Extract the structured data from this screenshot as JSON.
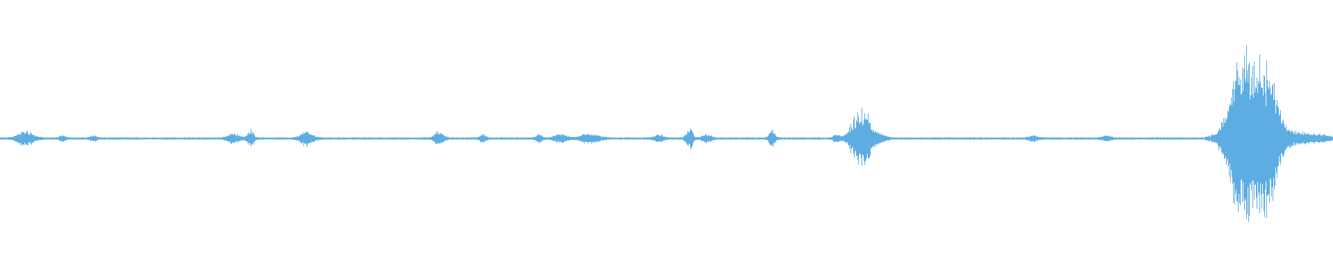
{
  "waveform": {
    "color": "#5DADE2",
    "background": "#ffffff",
    "amplitude_range": [
      -1,
      1
    ],
    "baseline_level": 0.006,
    "bursts": [
      {
        "position": 0.019,
        "width": 0.005,
        "amplitude": 0.08
      },
      {
        "position": 0.047,
        "width": 0.002,
        "amplitude": 0.03
      },
      {
        "position": 0.07,
        "width": 0.002,
        "amplitude": 0.03
      },
      {
        "position": 0.175,
        "width": 0.004,
        "amplitude": 0.05
      },
      {
        "position": 0.188,
        "width": 0.002,
        "amplitude": 0.1
      },
      {
        "position": 0.23,
        "width": 0.004,
        "amplitude": 0.08
      },
      {
        "position": 0.329,
        "width": 0.003,
        "amplitude": 0.07
      },
      {
        "position": 0.362,
        "width": 0.002,
        "amplitude": 0.04
      },
      {
        "position": 0.404,
        "width": 0.002,
        "amplitude": 0.04
      },
      {
        "position": 0.42,
        "width": 0.004,
        "amplitude": 0.04
      },
      {
        "position": 0.442,
        "width": 0.006,
        "amplitude": 0.05
      },
      {
        "position": 0.494,
        "width": 0.003,
        "amplitude": 0.04
      },
      {
        "position": 0.517,
        "width": 0.002,
        "amplitude": 0.12
      },
      {
        "position": 0.53,
        "width": 0.003,
        "amplitude": 0.04
      },
      {
        "position": 0.579,
        "width": 0.002,
        "amplitude": 0.1
      },
      {
        "position": 0.627,
        "width": 0.002,
        "amplitude": 0.04
      },
      {
        "position": 0.646,
        "width": 0.006,
        "amplitude": 0.34
      },
      {
        "position": 0.66,
        "width": 0.004,
        "amplitude": 0.04
      },
      {
        "position": 0.775,
        "width": 0.003,
        "amplitude": 0.03
      },
      {
        "position": 0.83,
        "width": 0.003,
        "amplitude": 0.03
      },
      {
        "position": 0.925,
        "width": 0.004,
        "amplitude": 0.2
      },
      {
        "position": 0.937,
        "width": 0.011,
        "amplitude": 0.92
      },
      {
        "position": 0.953,
        "width": 0.007,
        "amplitude": 0.42
      },
      {
        "position": 0.972,
        "width": 0.008,
        "amplitude": 0.06
      },
      {
        "position": 0.99,
        "width": 0.008,
        "amplitude": 0.04
      }
    ]
  }
}
